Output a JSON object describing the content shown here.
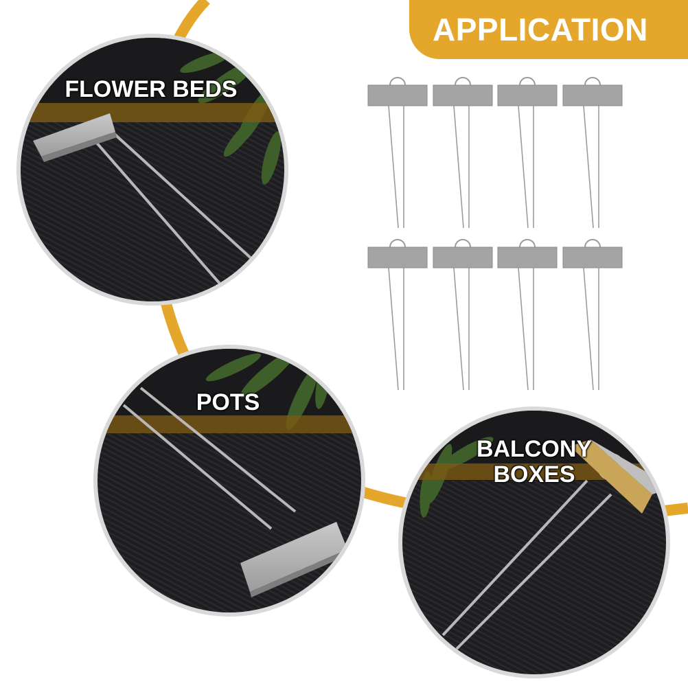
{
  "header": {
    "title": "APPLICATION"
  },
  "scenes": {
    "flower_beds": {
      "label": "FLOWER BEDS"
    },
    "pots": {
      "label": "POTS"
    },
    "balcony_boxes": {
      "label_line1": "BALCONY",
      "label_line2": "BOXES"
    }
  },
  "product": {
    "name": "plant-label-stake",
    "count": 8
  },
  "colors": {
    "accent": "#E5A62C",
    "board": "#1E1E21",
    "board_stripe": "#2A2A2E",
    "plate": "#A4A4A4",
    "plate_light": "#C9C9C9",
    "wire": "#B8B8B8",
    "leaf": "#3F5F2A",
    "ring": "#D9D9D9"
  },
  "icons": {
    "stake": "plant-label-stake-icon",
    "leaf": "leaf-icon"
  }
}
